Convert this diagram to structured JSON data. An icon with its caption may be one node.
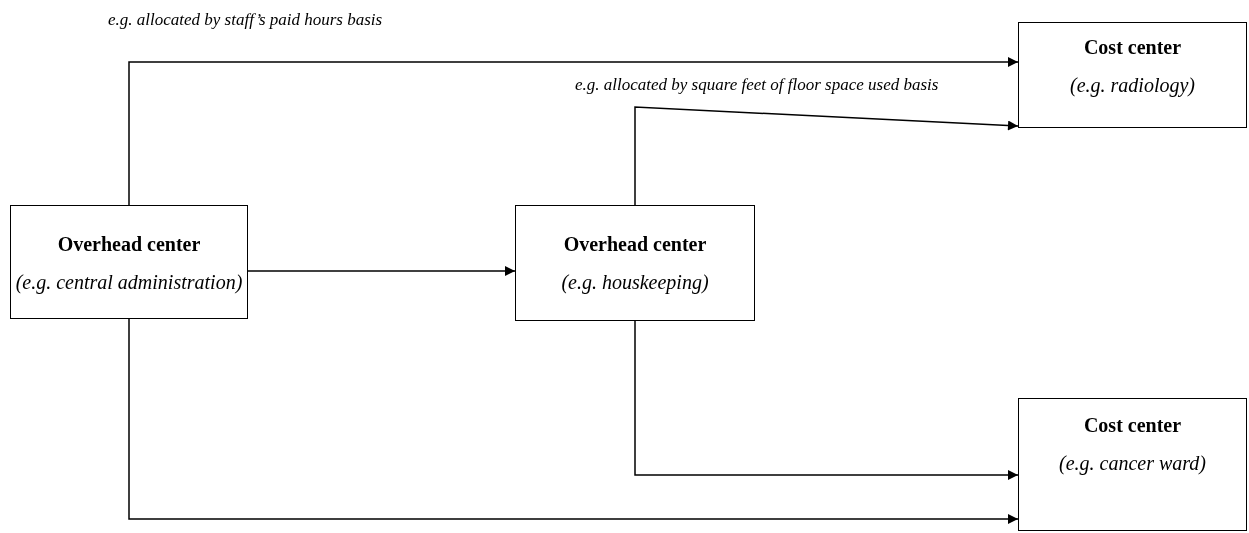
{
  "diagram": {
    "nodes": [
      {
        "text": [
          "Overhead center",
          "(e.g. central administration)"
        ]
      },
      {
        "text": [
          "Overhead center",
          "(e.g. houskeeping)"
        ]
      },
      {
        "text": [
          "Cost center",
          "(e.g. radiology)"
        ]
      },
      {
        "text": [
          "Cost center",
          "(e.g. cancer ward)"
        ]
      }
    ],
    "edges": [
      {
        "from": 0,
        "to": 2,
        "arrow": "to",
        "label": "e.g. allocated by staff’s paid hours basis"
      },
      {
        "from": 1,
        "to": 2,
        "arrow": "to",
        "label": "e.g. allocated by square feet of floor space used basis"
      },
      {
        "from": 0,
        "to": 1,
        "arrow": "to"
      },
      {
        "from": 1,
        "to": 3,
        "arrow": "to"
      },
      {
        "from": 0,
        "to": 3,
        "arrow": "to"
      }
    ]
  }
}
